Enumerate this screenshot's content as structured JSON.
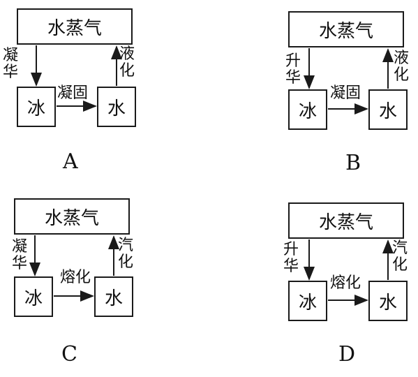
{
  "panels": [
    {
      "id": "A",
      "letter": "A",
      "steam": "水蒸气",
      "ice": "冰",
      "water": "水",
      "left_label": "凝\n华",
      "middle_label": "凝固",
      "right_label": "液\n化"
    },
    {
      "id": "B",
      "letter": "B",
      "steam": "水蒸气",
      "ice": "冰",
      "water": "水",
      "left_label": "升\n华",
      "middle_label": "凝固",
      "right_label": "液\n化"
    },
    {
      "id": "C",
      "letter": "C",
      "steam": "水蒸气",
      "ice": "冰",
      "water": "水",
      "left_label": "凝\n华",
      "middle_label": "熔化",
      "right_label": "汽\n化"
    },
    {
      "id": "D",
      "letter": "D",
      "steam": "水蒸气",
      "ice": "冰",
      "water": "水",
      "left_label": "升\n华",
      "middle_label": "熔化",
      "right_label": "汽\n化"
    }
  ]
}
